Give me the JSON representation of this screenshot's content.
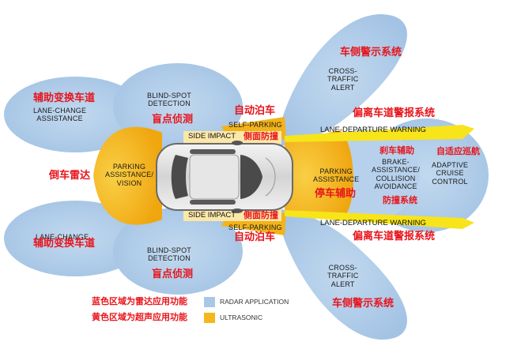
{
  "labels": {
    "cross_traffic_top_cn": "车侧警示系统",
    "cross_traffic_top_en": "CROSS-\nTRAFFIC\nALERT",
    "lane_change_top_cn": "辅助变换车道",
    "lane_change_top_en": "LANE-CHANGE\nASSISTANCE",
    "blind_spot_top_en": "BLIND-SPOT\nDETECTION",
    "blind_spot_top_cn": "盲点侦测",
    "self_parking_top_cn": "自动泊车",
    "self_parking_top_en": "SELF-PARKING",
    "side_impact_top_en": "SIDE IMPACT",
    "side_impact_top_cn": "侧面防撞",
    "lane_departure_top_cn": "偏离车道警报系统",
    "lane_departure_top_en": "LANE-DEPARTURE WARNING",
    "rear_radar_cn": "倒车雷达",
    "parking_vision_en": "PARKING\nASSISTANCE/\nVISION",
    "parking_assist_en": "PARKING\nASSISTANCE",
    "parking_assist_cn": "停车辅助",
    "brake_assist_cn": "刹车辅助",
    "brake_assist_en": "BRAKE-\nASSISTANCE/\nCOLLISION\nAVOIDANCE",
    "collision_cn": "防撞系统",
    "acc_cn": "自适应巡航",
    "acc_en": "ADAPTIVE\nCRUISE\nCONTROL",
    "side_impact_bottom_en": "SIDE IMPACT",
    "side_impact_bottom_cn": "侧面防撞",
    "self_parking_bottom_en": "SELF-PARKING",
    "self_parking_bottom_cn": "自动泊车",
    "lane_departure_bottom_en": "LANE-DEPARTURE WARNING",
    "lane_departure_bottom_cn": "偏离车道警报系统",
    "lane_change_bottom_en": "LANE-CHANGE",
    "lane_change_bottom_cn": "辅助变换车道",
    "blind_spot_bottom_en": "BLIND-SPOT\nDETECTION",
    "blind_spot_bottom_cn": "盲点侦测",
    "cross_traffic_bottom_en": "CROSS-\nTRAFFIC\nALERT",
    "cross_traffic_bottom_cn": "车侧警示系统"
  },
  "legend": {
    "blue_cn": "蓝色区域为雷达应用功能",
    "blue_en": "RADAR APPLICATION",
    "yellow_cn": "黄色区域为超声应用功能",
    "yellow_en": "ULTRASONIC"
  },
  "colors": {
    "radar_blue": "#a9c8e8",
    "ultrasonic_yellow": "#f4b81c",
    "lane_yellow": "#f7e41a",
    "label_red": "#e8141b"
  }
}
